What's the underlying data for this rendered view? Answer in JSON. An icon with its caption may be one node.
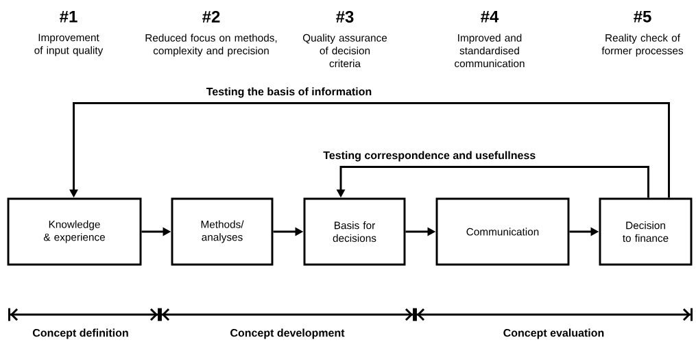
{
  "diagram": {
    "nodes": [
      {
        "text": [
          "Knowledge & experience"
        ]
      },
      {
        "text": [
          "Methods/ analyses"
        ]
      },
      {
        "text": [
          "Basis for decisions"
        ]
      },
      {
        "text": [
          "Communication"
        ]
      },
      {
        "text": [
          "Decision to finance"
        ]
      }
    ],
    "edges": [
      {
        "from": 0,
        "to": 1,
        "arrow": "to"
      },
      {
        "from": 1,
        "to": 2,
        "arrow": "to"
      },
      {
        "from": 2,
        "to": 3,
        "arrow": "to"
      },
      {
        "from": 3,
        "to": 4,
        "arrow": "to"
      },
      {
        "from": 4,
        "to": 0,
        "arrow": "to",
        "label": "Testing the basis of information"
      },
      {
        "from": 4,
        "to": 2,
        "arrow": "to",
        "label": "Testing correspondence and usefullness"
      }
    ],
    "labels": [
      "#1",
      "Improvement of input quality",
      "#2",
      "Reduced focus on methods, complexity and precision",
      "#3",
      "Quality assurance of decision criteria",
      "#4",
      "Improved and standardised communication",
      "#5",
      "Reality check of former processes",
      "Concept definition",
      "Concept development",
      "Concept evaluation"
    ]
  }
}
